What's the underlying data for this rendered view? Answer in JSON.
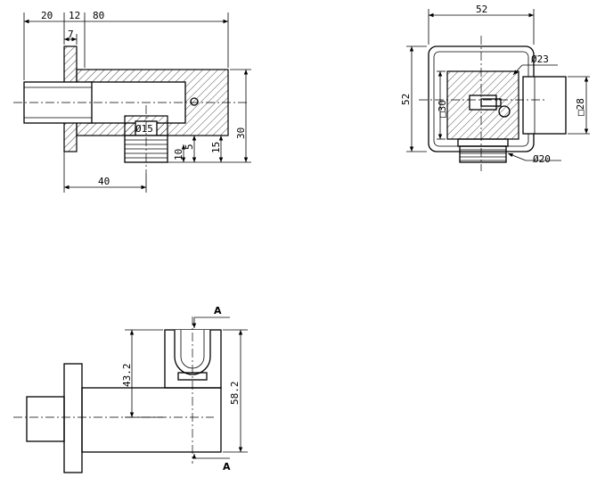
{
  "front_view": {
    "dims": {
      "d20": "20",
      "d12": "12",
      "d80": "80",
      "d7": "7",
      "d30": "30",
      "d15": "15",
      "d10": "10",
      "d5": "5",
      "d40": "40",
      "dia15": "Ø15"
    }
  },
  "side_view": {
    "dims": {
      "d52_top": "52",
      "d52_left": "52",
      "sq30": "□30",
      "sq28": "□28",
      "dia23": "Ø23",
      "dia20": "Ø20"
    }
  },
  "bottom_view": {
    "dims": {
      "d43_2": "43.2",
      "d58_2": "58.2"
    },
    "section_top": "A",
    "section_bottom": "A"
  }
}
